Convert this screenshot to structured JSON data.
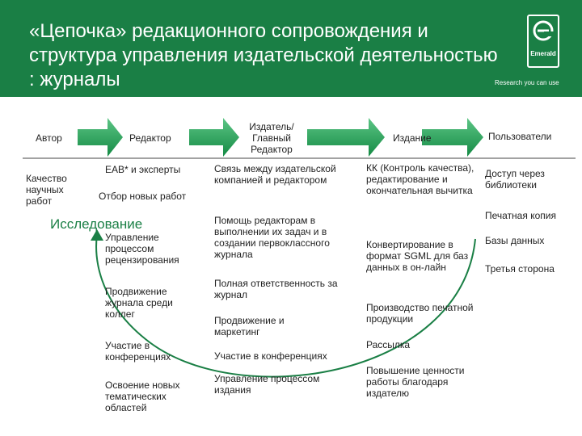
{
  "slide": {
    "title": "«Цепочка» редакционного сопровождения и структура управления издательской деятельностью : журналы",
    "logo_text": "Emerald",
    "tagline": "Research you can use",
    "colors": {
      "header_bg": "#1a7f45",
      "arrow_fill": "#1fa154",
      "accent": "#1a7f45"
    }
  },
  "chain": {
    "author": "Автор",
    "editor": "Редактор",
    "publisher": "Издатель/ Главный Редактор",
    "publication": "Издание",
    "users": "Пользователи"
  },
  "col_author": {
    "quality": "Качество научных работ"
  },
  "research": "Исследование",
  "col_editor": [
    "EAB* и эксперты",
    "Отбор новых работ",
    "Управление процессом рецензирования",
    "Продвижение журнала среди коллег",
    "Участие в конференциях",
    "Освоение новых тематических областей"
  ],
  "col_publisher": [
    "Связь между издательской компанией и редактором",
    "Помощь редакторам в выполнении их задач и в создании первоклассного журнала",
    "Полная ответственность за журнал",
    "Продвижение и маркетинг",
    "Участие в конференциях",
    "Управление процессом издания"
  ],
  "col_publication": [
    "КК (Контроль качества), редактирование и окончательная вычитка",
    "Конвертирование в формат SGML для баз данных в он-лайн",
    "Производство печатной продукции",
    "Рассылка",
    "Повышение ценности работы благодаря издателю"
  ],
  "col_users": [
    "Доступ через библиотеки",
    "Печатная копия",
    "Базы данных",
    "Третья сторона"
  ]
}
